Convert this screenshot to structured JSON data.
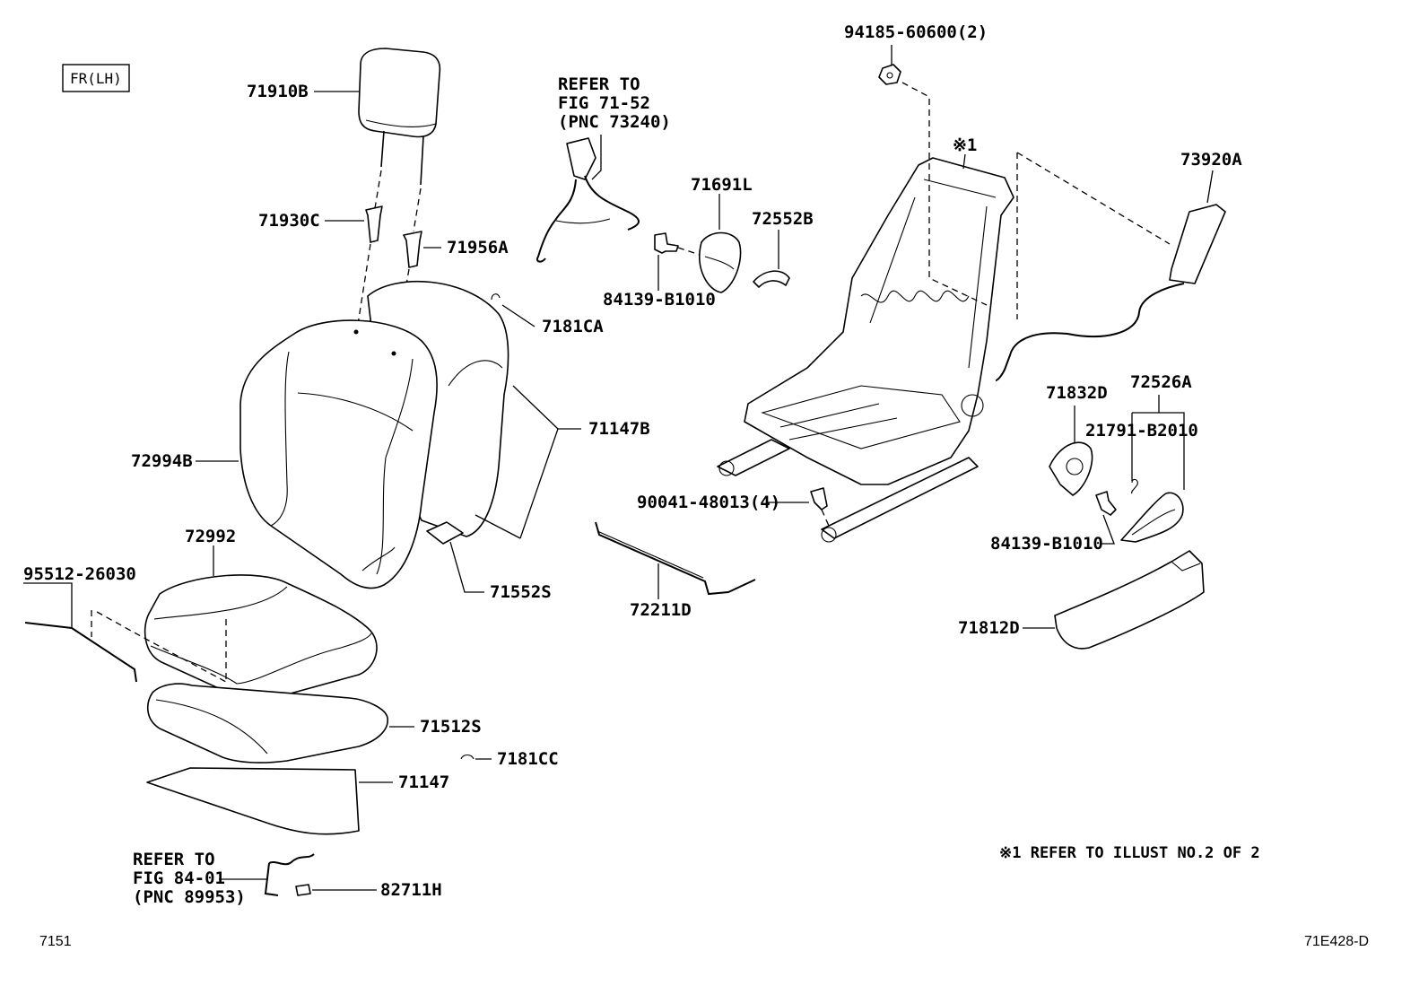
{
  "badge": {
    "label": "FR(LH)"
  },
  "labels": {
    "p71910B": "71910B",
    "p71930C": "71930C",
    "p71956A": "71956A",
    "p7181CA": "7181CA",
    "p71147B": "71147B",
    "p72994B": "72994B",
    "p71552S": "71552S",
    "p72992": "72992",
    "p95512": "95512-26030",
    "p71512S": "71512S",
    "p7181CC": "7181CC",
    "p71147": "71147",
    "p82711H": "82711H",
    "p71691L": "71691L",
    "p72552B": "72552B",
    "p84139a": "84139-B1010",
    "p94185": "94185-60600(2)",
    "p73920A": "73920A",
    "p71832D": "71832D",
    "p72526A": "72526A",
    "p21791": "21791-B2010",
    "p84139b": "84139-B1010",
    "p90041": "90041-48013(4)",
    "p72211D": "72211D",
    "p71812D": "71812D",
    "star1": "※1"
  },
  "refs": {
    "seatbelt": [
      "REFER TO",
      "FIG 71-52",
      "(PNC 73240)"
    ],
    "harness": [
      "REFER TO",
      "FIG 84-01",
      "(PNC 89953)"
    ]
  },
  "note": "※1 REFER TO ILLUST NO.2 OF 2",
  "footer": {
    "left": "7151",
    "right": "71E428-D"
  }
}
